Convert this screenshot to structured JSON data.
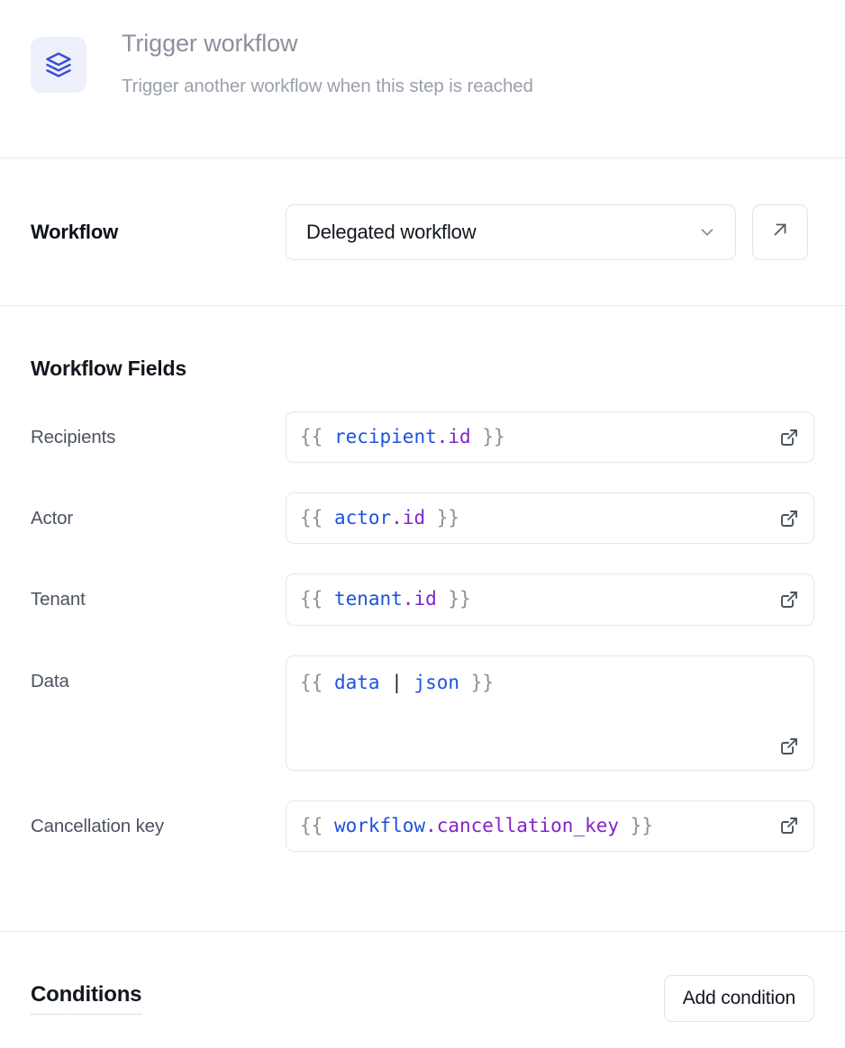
{
  "header": {
    "icon": "layers-icon",
    "icon_color": "#3f4fd6",
    "icon_bg": "#eef1fb",
    "title": "Trigger workflow",
    "subtitle": "Trigger another workflow when this step is reached"
  },
  "workflow_section": {
    "label": "Workflow",
    "select": {
      "value": "Delegated workflow",
      "chevron_icon": "chevron-down-icon"
    },
    "open_button_icon": "arrow-up-right-icon"
  },
  "workflow_fields": {
    "heading": "Workflow Fields",
    "fields": [
      {
        "label": "Recipients",
        "name": "recipients",
        "multiline": false,
        "tokens": [
          {
            "text": "{{ ",
            "type": "brace"
          },
          {
            "text": "recipient",
            "type": "obj"
          },
          {
            "text": ".id",
            "type": "prop"
          },
          {
            "text": " }}",
            "type": "brace"
          }
        ],
        "value": "{{ recipient.id }}",
        "expand_icon": "external-link-icon"
      },
      {
        "label": "Actor",
        "name": "actor",
        "multiline": false,
        "tokens": [
          {
            "text": "{{ ",
            "type": "brace"
          },
          {
            "text": "actor",
            "type": "obj"
          },
          {
            "text": ".id",
            "type": "prop"
          },
          {
            "text": " }}",
            "type": "brace"
          }
        ],
        "value": "{{ actor.id }}",
        "expand_icon": "external-link-icon"
      },
      {
        "label": "Tenant",
        "name": "tenant",
        "multiline": false,
        "tokens": [
          {
            "text": "{{ ",
            "type": "brace"
          },
          {
            "text": "tenant",
            "type": "obj"
          },
          {
            "text": ".id",
            "type": "prop"
          },
          {
            "text": " }}",
            "type": "brace"
          }
        ],
        "value": "{{ tenant.id }}",
        "expand_icon": "external-link-icon"
      },
      {
        "label": "Data",
        "name": "data",
        "multiline": true,
        "tokens": [
          {
            "text": "{{ ",
            "type": "brace"
          },
          {
            "text": "data",
            "type": "obj"
          },
          {
            "text": " | ",
            "type": "pipe"
          },
          {
            "text": "json",
            "type": "fn"
          },
          {
            "text": " }}",
            "type": "brace"
          }
        ],
        "value": "{{ data | json }}",
        "expand_icon": "external-link-icon"
      },
      {
        "label": "Cancellation key",
        "name": "cancellation-key",
        "multiline": false,
        "tokens": [
          {
            "text": "{{ ",
            "type": "brace"
          },
          {
            "text": "workflow",
            "type": "obj"
          },
          {
            "text": ".cancellation_key",
            "type": "prop"
          },
          {
            "text": " }}",
            "type": "brace"
          }
        ],
        "value": "{{ workflow.cancellation_key }}",
        "expand_icon": "external-link-icon"
      }
    ]
  },
  "conditions_section": {
    "title": "Conditions",
    "add_button_label": "Add condition"
  },
  "colors": {
    "accent": "#3f4fd6",
    "divider": "#e8e9ee",
    "border": "#e2e4e9",
    "token_object": "#1d52dd",
    "token_property": "#8323c9",
    "token_brace": "#8e8e96",
    "title_text": "#8b909c",
    "label_text": "#4c5260"
  }
}
